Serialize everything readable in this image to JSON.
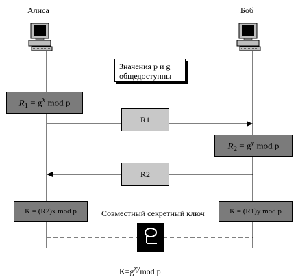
{
  "participants": {
    "alice": "Алиса",
    "bob": "Боб"
  },
  "note": {
    "line1": "Значения p и g",
    "line2": "общедоступны"
  },
  "alice_compute": {
    "prefix": "R",
    "sub": "1",
    "eq": " = g",
    "exp": "x",
    "suffix": " mod p"
  },
  "bob_compute": {
    "prefix": "R",
    "sub": "2",
    "eq": " = g",
    "exp": "y",
    "suffix": " mod p"
  },
  "message1": "R1",
  "message2": "R2",
  "alice_key": "K = (R2)x mod p",
  "bob_key": "K = (R1)y mod p",
  "shared_key_caption": "Совместный секретный ключ",
  "key_formula": {
    "prefix": "K=g",
    "exp": "xy",
    "suffix": "mod p"
  },
  "icons": [
    "computer-icon",
    "computer-icon",
    "key-icon"
  ]
}
